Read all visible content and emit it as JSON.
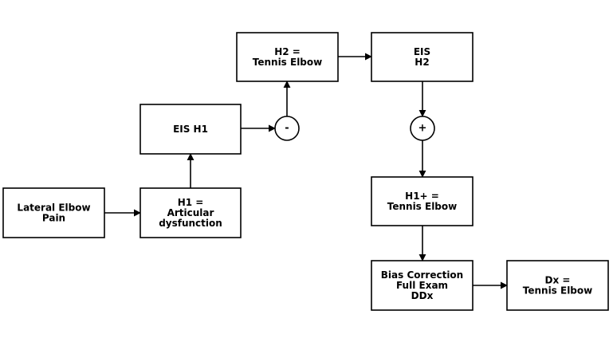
{
  "nodes": {
    "lateral_elbow_pain": {
      "lines": [
        "Lateral Elbow",
        "Pain"
      ]
    },
    "h1_articular": {
      "lines": [
        "H1 =",
        "Articular",
        "dysfunction"
      ]
    },
    "eis_h1": {
      "lines": [
        "EIS H1"
      ]
    },
    "h2_tennis": {
      "lines": [
        "H2 =",
        "Tennis Elbow"
      ]
    },
    "eis_h2": {
      "lines": [
        "EIS",
        "H2"
      ]
    },
    "h1plus_tennis": {
      "lines": [
        "H1+ =",
        "Tennis Elbow"
      ]
    },
    "bias_correction": {
      "lines": [
        "Bias Correction",
        "Full Exam",
        "DDx"
      ]
    },
    "dx_tennis": {
      "lines": [
        "Dx =",
        "Tennis Elbow"
      ]
    }
  },
  "junctions": {
    "negative": {
      "symbol": "-"
    },
    "positive": {
      "symbol": "+"
    }
  },
  "edges": [
    {
      "from": "lateral_elbow_pain",
      "to": "h1_articular"
    },
    {
      "from": "h1_articular",
      "to": "eis_h1"
    },
    {
      "from": "eis_h1",
      "to": "negative"
    },
    {
      "from": "negative",
      "to": "h2_tennis"
    },
    {
      "from": "h2_tennis",
      "to": "eis_h2"
    },
    {
      "from": "eis_h2",
      "to": "positive"
    },
    {
      "from": "positive",
      "to": "h1plus_tennis"
    },
    {
      "from": "h1plus_tennis",
      "to": "bias_correction"
    },
    {
      "from": "bias_correction",
      "to": "dx_tennis"
    }
  ]
}
